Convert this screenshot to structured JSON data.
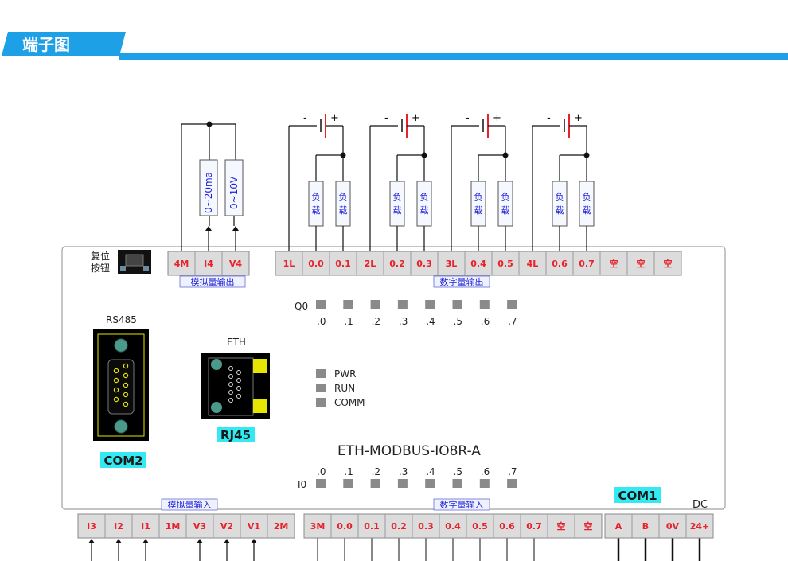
{
  "header": {
    "title": "端子图"
  },
  "colors": {
    "accent": "#1ea0e6",
    "terminal_text": "#e8212a",
    "terminal_fill": "#dcdcdc",
    "cyan_label": "#33e9f2",
    "group_label_text": "#2323d8",
    "led_gray": "#8a8a8a"
  },
  "device": {
    "model": "ETH-MODBUS-IO8R-A"
  },
  "reset": {
    "label_line1": "复位",
    "label_line2": "按钮"
  },
  "top_terminals": {
    "analog": [
      "4M",
      "I4",
      "V4"
    ],
    "digital": [
      "1L",
      "0.0",
      "0.1",
      "2L",
      "0.2",
      "0.3",
      "3L",
      "0.4",
      "0.5",
      "4L",
      "0.6",
      "0.7",
      "空",
      "空",
      "空"
    ]
  },
  "top_groups": {
    "analog": "模拟量输出",
    "digital": "数字量输出"
  },
  "analog_outputs": {
    "current": "0~20ma",
    "voltage": "0~10V"
  },
  "loads": {
    "char1": "负",
    "char2": "载"
  },
  "battery": {
    "minus": "-",
    "plus": "+"
  },
  "q0": {
    "label": "Q0",
    "bits": [
      ".0",
      ".1",
      ".2",
      ".3",
      ".4",
      ".5",
      ".6",
      ".7"
    ]
  },
  "i0": {
    "label": "I0",
    "bits": [
      ".0",
      ".1",
      ".2",
      ".3",
      ".4",
      ".5",
      ".6",
      ".7"
    ]
  },
  "rs485": {
    "title": "RS485",
    "port": "COM2"
  },
  "eth": {
    "title": "ETH",
    "port": "RJ45"
  },
  "status_leds": [
    "PWR",
    "RUN",
    "COMM"
  ],
  "bottom_terminals": {
    "analog": [
      "I3",
      "I2",
      "I1",
      "1M",
      "V3",
      "V2",
      "V1",
      "2M"
    ],
    "digital": [
      "3M",
      "0.0",
      "0.1",
      "0.2",
      "0.3",
      "0.4",
      "0.5",
      "0.6",
      "0.7",
      "空",
      "空"
    ],
    "comm": [
      "A",
      "B",
      "0V",
      "24+"
    ]
  },
  "bottom_groups": {
    "analog": "模拟量输入",
    "digital": "数字量输入"
  },
  "com1": "COM1",
  "dc": "DC"
}
